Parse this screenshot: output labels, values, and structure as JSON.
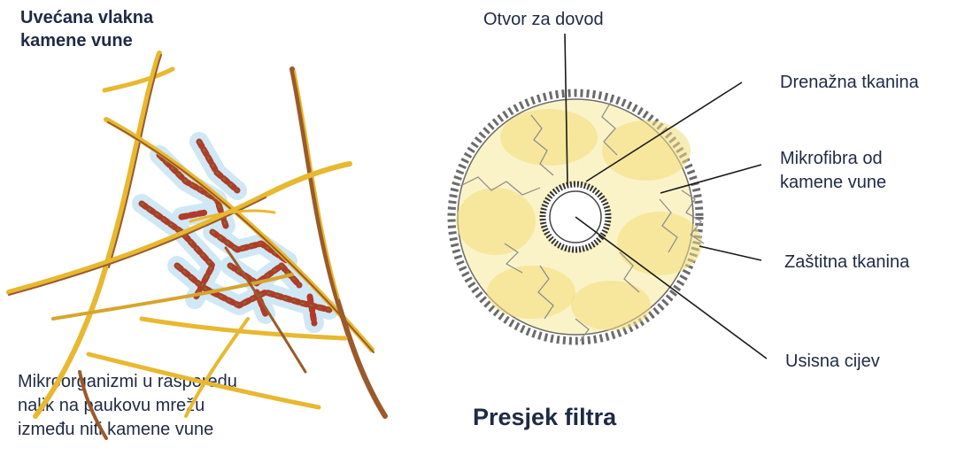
{
  "left_panel": {
    "title_line1": "Uvećana vlakna",
    "title_line2": "kamene vune",
    "caption_line1": "Mikroorganizmi u rasporedu",
    "caption_line2": "nalik na paukovu mrežu",
    "caption_line3": "između niti kamene vune"
  },
  "right_panel": {
    "top_label": "Otvor za dovod",
    "label_drainage": "Drenažna tkanina",
    "label_microfiber_line1": "Mikrofibra od",
    "label_microfiber_line2": "kamene vune",
    "label_protective": "Zaštitna tkanina",
    "label_suction": "Usisna cijev",
    "section_title": "Presjek filtra"
  },
  "colors": {
    "text": "#1f2a44",
    "fiber_yellow": "#e8b830",
    "fiber_brown": "#9a5a2a",
    "microbe_red": "#b23a2a",
    "microbe_halo": "#bfe0f2",
    "disk_fill": "#fbf3c8",
    "disk_patch": "#f3dc7a"
  }
}
